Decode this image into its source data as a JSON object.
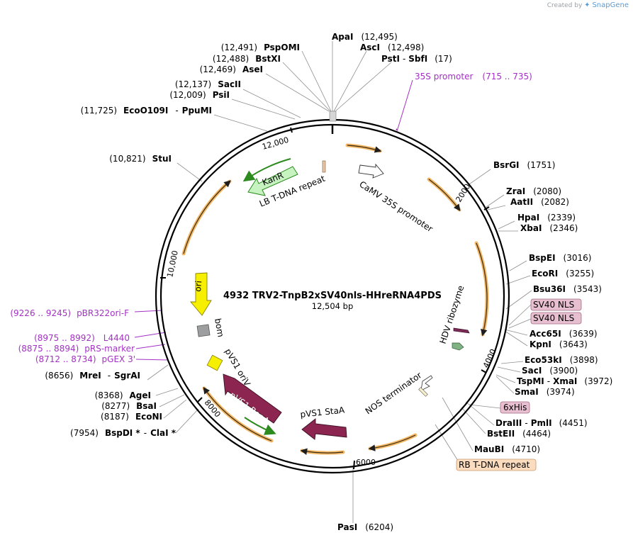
{
  "credit": {
    "prefix": "Created by",
    "brand": "SnapGene"
  },
  "plasmid": {
    "name": "4932 TRV2-TnpB2xSV40nls-HHreRNA4PDS",
    "size": "12,504 bp"
  },
  "ticks": [
    "2000",
    "4000",
    "6000",
    "8000",
    "10,000",
    "12,000"
  ],
  "sites": [
    {
      "name": "ApaI",
      "pos": "(12,495)"
    },
    {
      "name": "AscI",
      "pos": "(12,498)"
    },
    {
      "name": "PstI",
      "name2": "SbfI",
      "pos": "(17)"
    },
    {
      "name": "PspOMI",
      "pos": "(12,491)"
    },
    {
      "name": "BstXI",
      "pos": "(12,488)"
    },
    {
      "name": "AseI",
      "pos": "(12,469)"
    },
    {
      "name": "SacII",
      "pos": "(12,137)"
    },
    {
      "name": "PsiI",
      "pos": "(12,009)"
    },
    {
      "name": "EcoO109I",
      "name2": "PpuMI",
      "pos": "(11,725)"
    },
    {
      "name": "StuI",
      "pos": "(10,821)"
    },
    {
      "name": "MreI",
      "name2": "SgrAI",
      "pos": "(8656)"
    },
    {
      "name": "AgeI",
      "pos": "(8368)"
    },
    {
      "name": "BsaI",
      "pos": "(8277)"
    },
    {
      "name": "EcoNI",
      "pos": "(8187)"
    },
    {
      "name": "BspDI *",
      "name2": "ClaI *",
      "pos": "(7954)"
    },
    {
      "name": "BsrGI",
      "pos": "(1751)"
    },
    {
      "name": "ZraI",
      "pos": "(2080)"
    },
    {
      "name": "AatII",
      "pos": "(2082)"
    },
    {
      "name": "HpaI",
      "pos": "(2339)"
    },
    {
      "name": "XbaI",
      "pos": "(2346)"
    },
    {
      "name": "BspEI",
      "pos": "(3016)"
    },
    {
      "name": "EcoRI",
      "pos": "(3255)"
    },
    {
      "name": "Bsu36I",
      "pos": "(3543)"
    },
    {
      "name": "Acc65I",
      "pos": "(3639)"
    },
    {
      "name": "KpnI",
      "pos": "(3643)"
    },
    {
      "name": "Eco53kI",
      "pos": "(3898)"
    },
    {
      "name": "SacI",
      "pos": "(3900)"
    },
    {
      "name": "TspMI",
      "name2": "XmaI",
      "pos": "(3972)"
    },
    {
      "name": "SmaI",
      "pos": "(3974)"
    },
    {
      "name": "DraIII",
      "name2": "PmlI",
      "pos": "(4451)"
    },
    {
      "name": "BstEII",
      "pos": "(4464)"
    },
    {
      "name": "MauBI",
      "pos": "(4710)"
    },
    {
      "name": "PasI",
      "pos": "(6204)"
    }
  ],
  "primers": [
    {
      "name": "35S promoter",
      "range": "(715 .. 735)"
    },
    {
      "name": "pBR322ori-F",
      "range": "(9226 .. 9245)"
    },
    {
      "name": "L4440",
      "range": "(8975 .. 8992)"
    },
    {
      "name": "pRS-marker",
      "range": "(8875 .. 8894)"
    },
    {
      "name": "pGEX 3'",
      "range": "(8712 .. 8734)"
    }
  ],
  "boxed_features": [
    {
      "label": "SV40 NLS",
      "color": "#e8bfd0"
    },
    {
      "label": "SV40 NLS",
      "color": "#e8bfd0"
    },
    {
      "label": "6xHis",
      "color": "#e8bfd0"
    },
    {
      "label": "RB T-DNA repeat",
      "color": "#fbdcbf"
    }
  ],
  "features": {
    "kanr": "KanR",
    "lb": "LB T-DNA repeat",
    "camv": "CaMV 35S promoter",
    "hdv": "HDV ribozyme",
    "ori": "ori",
    "bom": "bom",
    "pvs1oriv": "pVS1 oriV",
    "pvs1repa": "pVS1 RepA",
    "pvs1staa": "pVS1 StaA",
    "nos": "NOS terminator"
  },
  "colors": {
    "backbone": "#000000",
    "orf": "#f2b765",
    "kanr": "#c6f3c0",
    "kanr_stroke": "#2c8a1e",
    "ori": "#f7ef00",
    "pvs1": "#8c2650",
    "primer": "#a331c4",
    "hdv": "#7e2a56",
    "lb": "#e9c6a6",
    "bom": "#9c9ea0"
  }
}
